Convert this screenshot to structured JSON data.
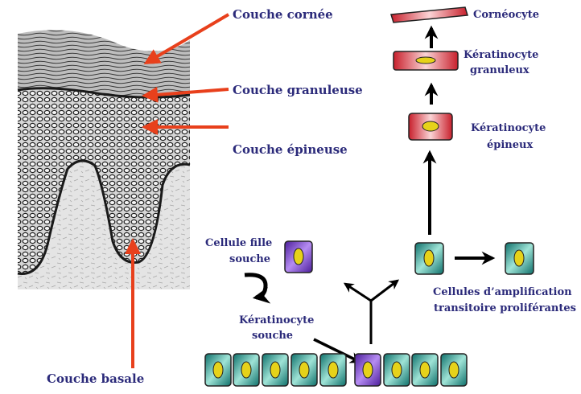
{
  "labels": {
    "couche_cornee": "Couche cornée",
    "couche_granuleuse": "Couche granuleuse",
    "couche_epineuse": "Couche épineuse",
    "couche_basale": "Couche basale",
    "corneocyte": "Cornéocyte",
    "keratinocyte_granuleux_1": "Kératinocyte",
    "keratinocyte_granuleux_2": "granuleux",
    "keratinocyte_epineux_1": "Kératinocyte",
    "keratinocyte_epineux_2": "épineux",
    "cellule_fille_1": "Cellule fille",
    "cellule_fille_2": "souche",
    "keratinocyte_souche_1": "Kératinocyte",
    "keratinocyte_souche_2": "souche",
    "amplification_1": "Cellules d’amplification",
    "amplification_2": "transitoire proliférantes"
  },
  "colors": {
    "label_text": "#2b2a7a",
    "pointer_arrow": "#e8401c",
    "flow_arrow": "#000000",
    "teal_cell": "#2aa39a",
    "purple_cell": "#7a3fd0",
    "red_cell": "#e84c54",
    "nucleus": "#e6d21a"
  },
  "icons": {
    "histology": "skin-histology-illustration",
    "basal_row": "basal-cell-row",
    "stem_cell": "purple-stem-cell-icon",
    "amplifying_cell": "teal-transit-cell-icon",
    "red_cells": "differentiating-keratinocyte-icon"
  }
}
